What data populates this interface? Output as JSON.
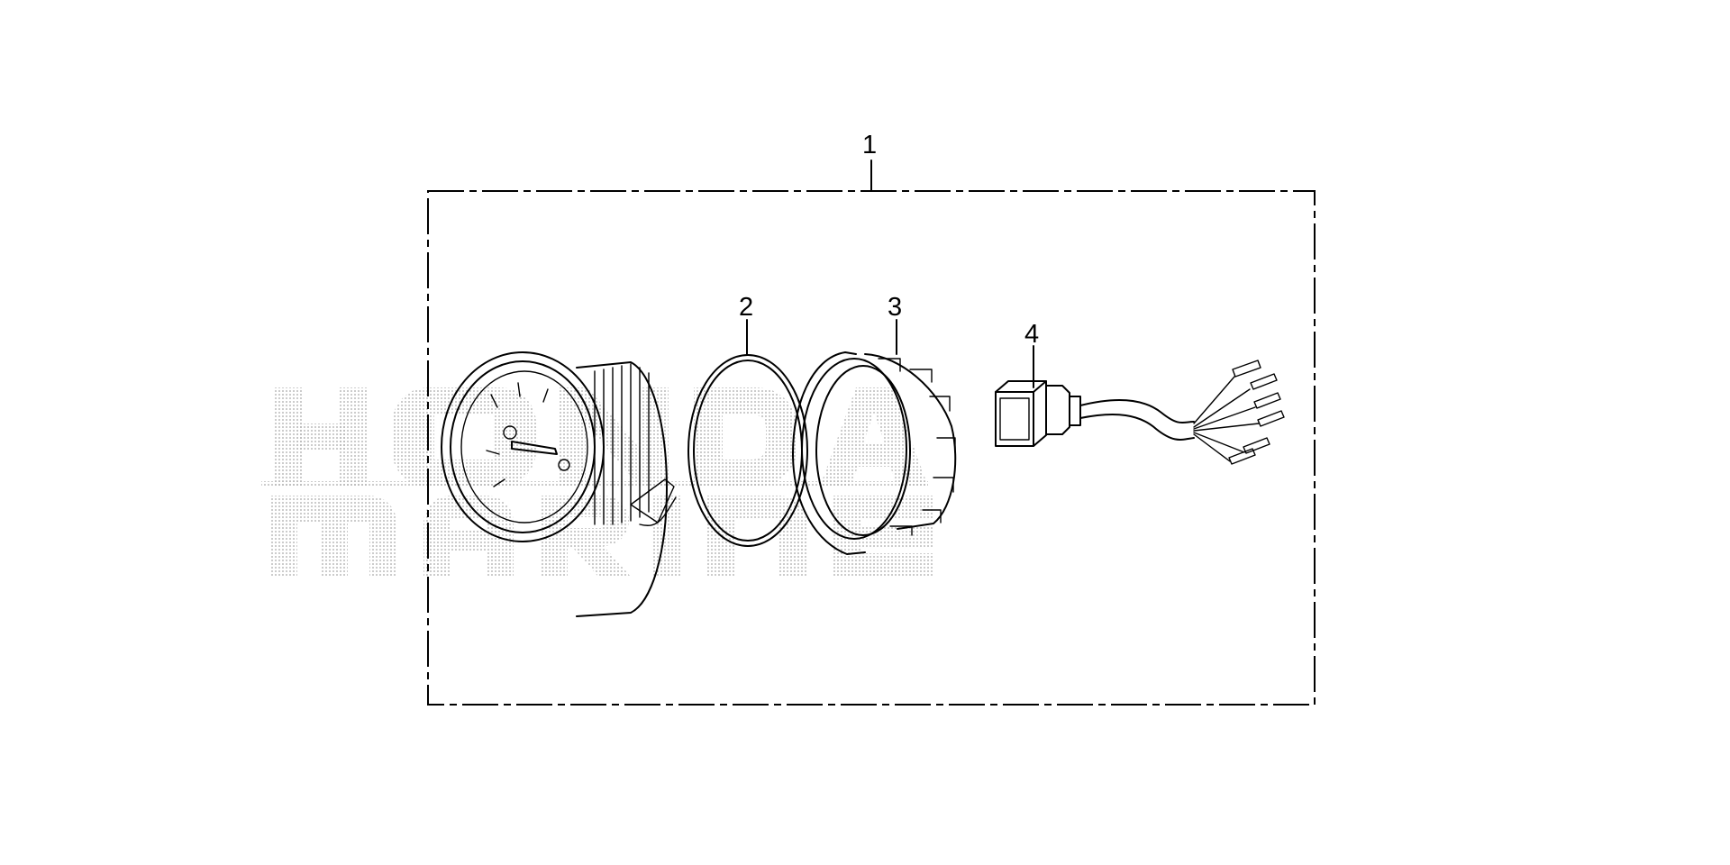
{
  "callouts": {
    "kit": "1",
    "bezel_gasket": "2",
    "mounting_nut": "3",
    "wire_harness": "4"
  },
  "watermark": {
    "line1": "HONDA",
    "line2": "MARINE"
  },
  "colors": {
    "line": "#000000",
    "background": "#ffffff",
    "watermark_dots": "#b5b5b5"
  }
}
